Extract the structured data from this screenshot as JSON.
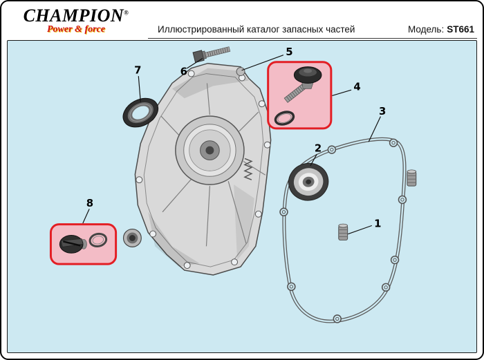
{
  "header": {
    "brand": {
      "name": "CHAMPION",
      "registered": "®",
      "tagline": "Power & force"
    },
    "title": "Иллюстрированный каталог запасных частей",
    "model_label": "Модель:",
    "model_value": "ST661"
  },
  "diagram": {
    "background_color": "#cde9f2",
    "highlight_border_color": "#e31e24",
    "highlight_fill_color": "#f3bcc6",
    "callouts": [
      {
        "number": "1"
      },
      {
        "number": "2"
      },
      {
        "number": "3"
      },
      {
        "number": "4"
      },
      {
        "number": "5"
      },
      {
        "number": "6"
      },
      {
        "number": "7"
      },
      {
        "number": "8"
      }
    ]
  }
}
